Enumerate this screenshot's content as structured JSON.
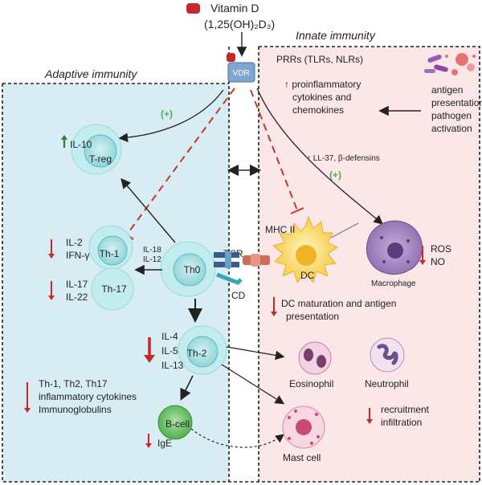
{
  "vitamin": {
    "title": "Vitamin D",
    "formula": "(1,25(OH)₂D₃)",
    "receptor": "VDR"
  },
  "sections": {
    "adaptive": "Adaptive immunity",
    "innate": "Innate immunity"
  },
  "signs": {
    "plus": "(+)"
  },
  "adaptive": {
    "treg": {
      "label": "T-reg",
      "cytokine": "IL-10"
    },
    "th1": {
      "label": "Th-1",
      "cytokines": [
        "IL-2",
        "IFN-γ"
      ]
    },
    "th17": {
      "label": "Th-17",
      "cytokines": [
        "IL-17",
        "IL-22"
      ]
    },
    "th0": {
      "label": "Th0",
      "signals": [
        "IL-18",
        "IL-12"
      ]
    },
    "th2": {
      "label": "Th-2",
      "cytokines": [
        "IL-4",
        "IL-5",
        "IL-13"
      ]
    },
    "bcell": {
      "label": "B-cell",
      "product": "IgE"
    },
    "summary": [
      "Th-1, Th2, Th17",
      "inflammatory cytokines",
      "Immunoglobulins"
    ],
    "tcr": "TCR",
    "cd": "CD"
  },
  "innate": {
    "prr": "PRRs (TLRs, NLRs)",
    "proinflam": [
      "↑ proinflammatory",
      "cytokines and",
      "chemokines"
    ],
    "antigen": [
      "antigen",
      "presentation/",
      "pathogen",
      "activation"
    ],
    "peptides": "↑ LL-37, β-defensins",
    "mhc": "MHC II",
    "dc": "DC",
    "macrophage": "Macrophage",
    "ros": [
      "ROS",
      "NO"
    ],
    "dc_effect": [
      "DC maturation and antigen",
      "presentation"
    ],
    "eosinophil": "Eosinophil",
    "neutrophil": "Neutrophil",
    "mast": "Mast cell",
    "recruitment": [
      "recruitment",
      "infiltration"
    ]
  },
  "colors": {
    "adaptive_bg": "#d8ecf3",
    "innate_bg": "#fbe6e8",
    "tcell_fill": "#9ddcdf",
    "tcell_stroke": "#5bbcc1",
    "inhibit": "#c0392b",
    "plus": "#4caf50",
    "dc_fill": "#f8d55b",
    "macrophage_fill": "#9b7fb8",
    "bcell_fill": "#6cc46a"
  }
}
